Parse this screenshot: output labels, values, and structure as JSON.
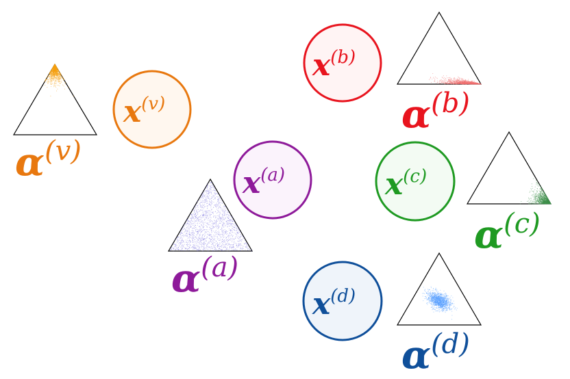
{
  "groups": [
    {
      "id": "v",
      "color": "#e8780f",
      "node_label": "x",
      "superscript": "(v)",
      "simplex_label": "α",
      "distribution": "corner-top"
    },
    {
      "id": "b",
      "color": "#e8141e",
      "node_label": "x",
      "superscript": "(b)",
      "simplex_label": "α",
      "distribution": "corner-bottom-right-spread"
    },
    {
      "id": "a",
      "color": "#8e1a9a",
      "node_label": "x",
      "superscript": "(a)",
      "simplex_label": "α",
      "distribution": "uniform"
    },
    {
      "id": "c",
      "color": "#1f9a22",
      "node_label": "x",
      "superscript": "(c)",
      "simplex_label": "α",
      "distribution": "corner-bottom-right"
    },
    {
      "id": "d",
      "color": "#0f4f9a",
      "node_label": "x",
      "superscript": "(d)",
      "simplex_label": "α",
      "distribution": "center"
    }
  ],
  "sample_colors": {
    "v": "#f5a010",
    "b": "#ee6d6d",
    "a": "#5c4fd6",
    "c": "#3e8f4a",
    "d": "#5aa0ff"
  }
}
